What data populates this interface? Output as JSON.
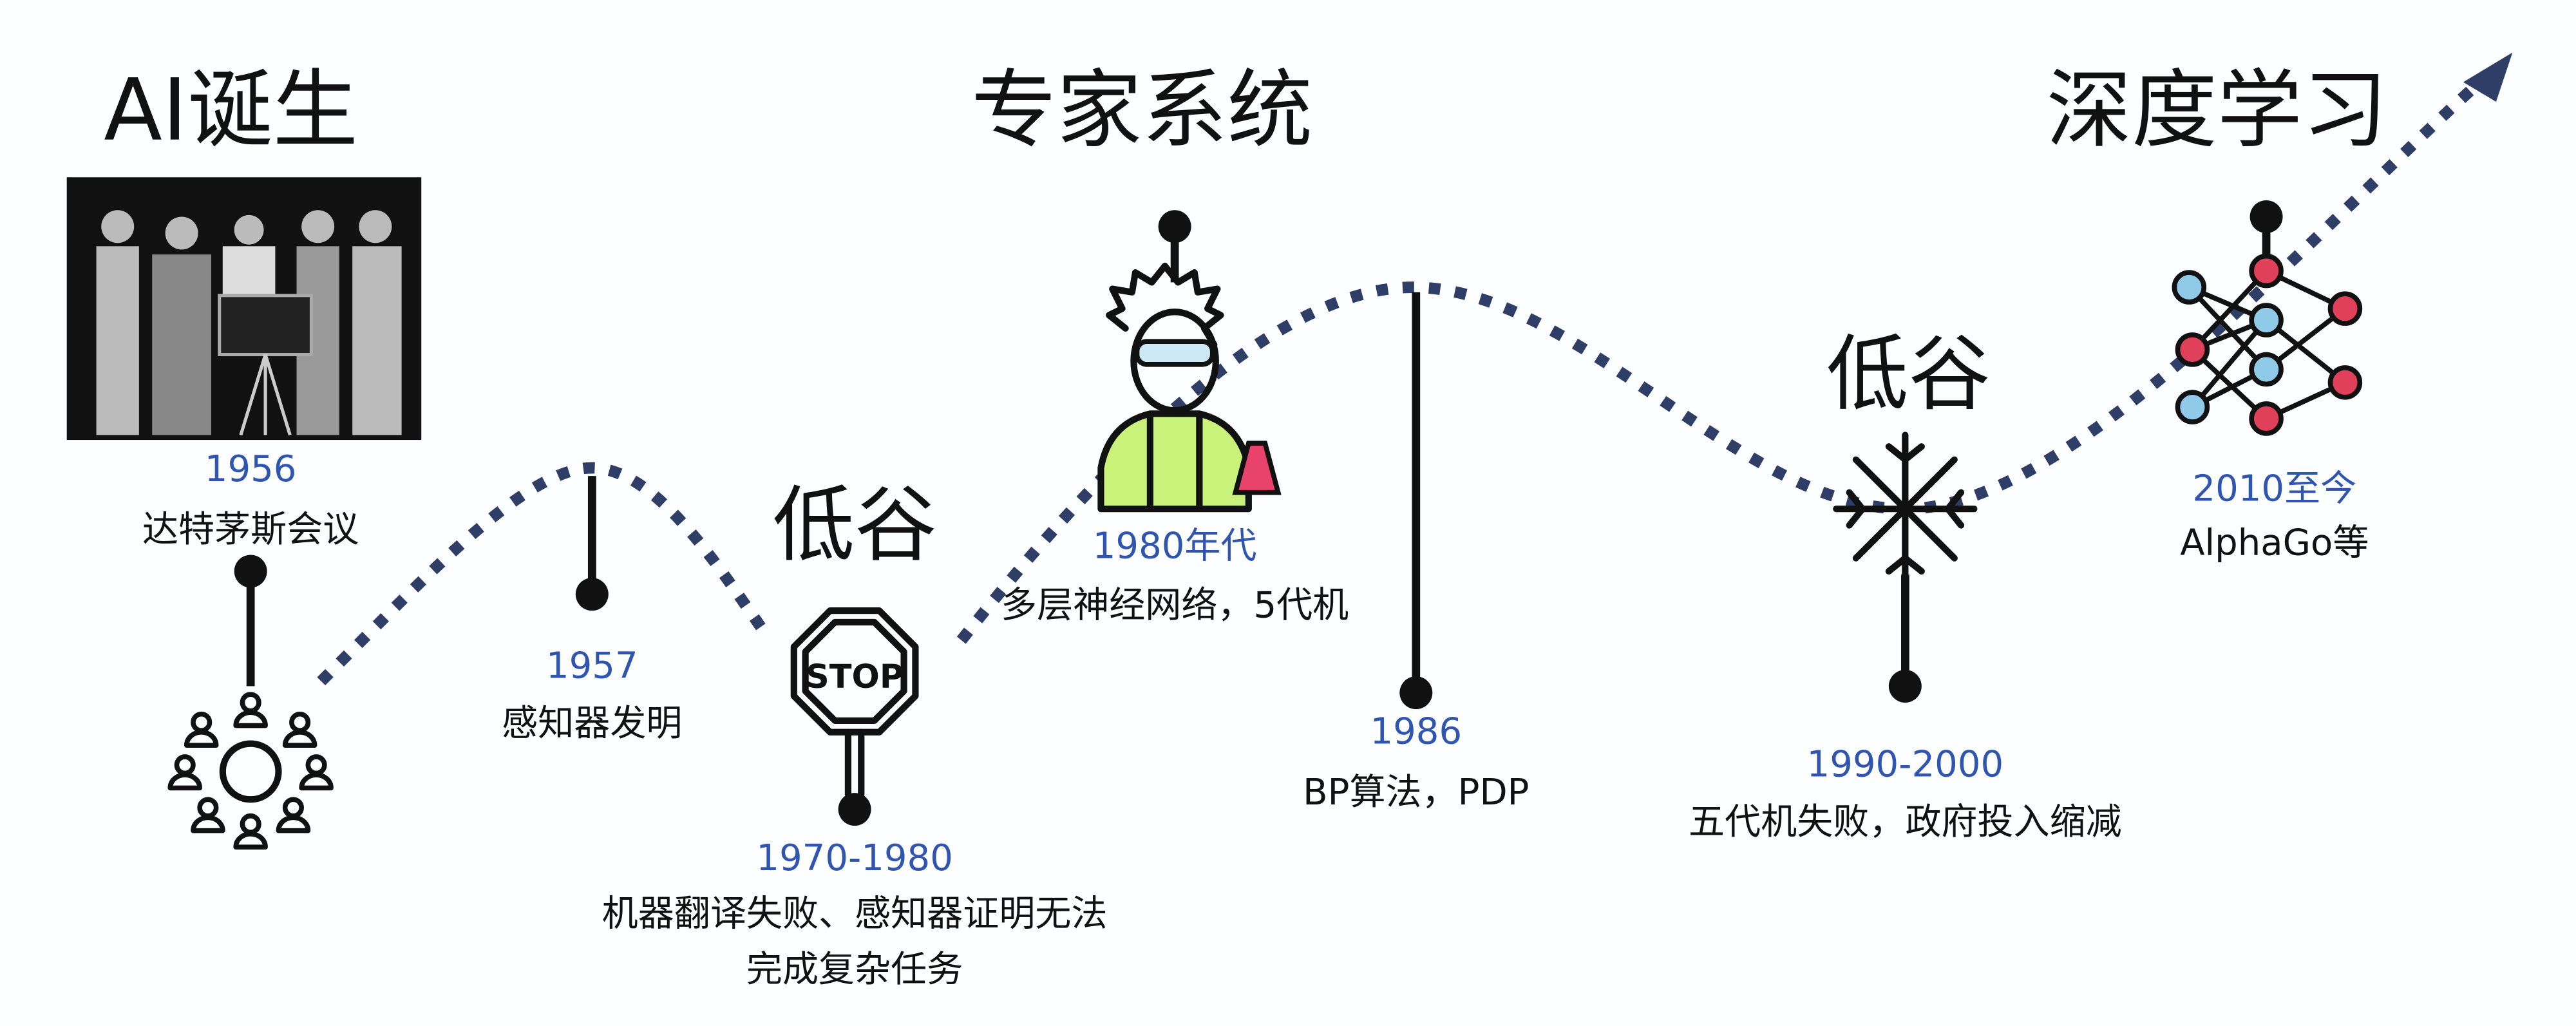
{
  "titles": {
    "birth": "AI诞生",
    "expert": "专家系统",
    "deep": "深度学习"
  },
  "valley_label": "低谷",
  "events": [
    {
      "year": "1956",
      "desc": "达特茅斯会议"
    },
    {
      "year": "1957",
      "desc": "感知器发明"
    },
    {
      "year": "1970-1980",
      "desc": "机器翻译失败、感知器证明无法",
      "desc2": "完成复杂任务"
    },
    {
      "year": "1980年代",
      "desc": "多层神经网络，5代机"
    },
    {
      "year": "1986",
      "desc": "BP算法，PDP"
    },
    {
      "year": "1990-2000",
      "desc": "五代机失败，政府投入缩减"
    },
    {
      "year": "2010至今",
      "desc": "AlphaGo等"
    }
  ],
  "stop_sign_text": "STOP",
  "colors": {
    "curve": "#2e3e66",
    "year": "#2f55b0",
    "node_red": "#e0405a",
    "node_blue": "#8fcbe8"
  }
}
